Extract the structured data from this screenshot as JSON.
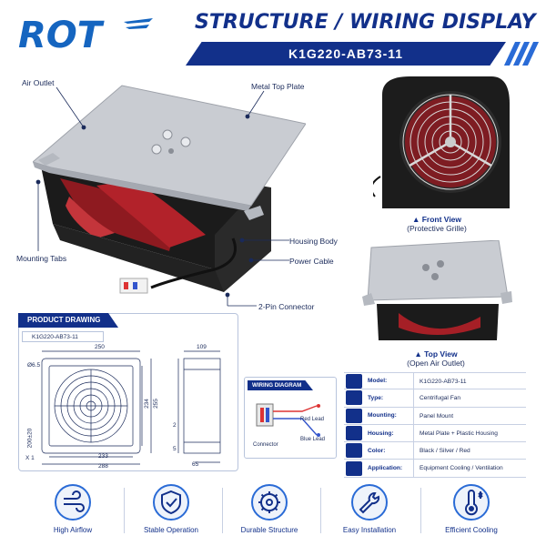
{
  "brand": {
    "logo_text": "ROT"
  },
  "header": {
    "title": "STRUCTURE / WIRING DISPLAY",
    "model": "K1G220-AB73-11"
  },
  "callouts": {
    "air_outlet": "Air Outlet",
    "metal_top_plate": "Metal Top Plate",
    "mounting_tabs": "Mounting Tabs",
    "housing_body": "Housing Body",
    "power_cable": "Power Cable",
    "pin_connector": "2-Pin Connector"
  },
  "views": {
    "front_title": "▲ Front View",
    "front_sub": "(Protective Grille)",
    "top_title": "▲ Top View",
    "top_sub": "(Open Air Outlet)"
  },
  "drawing": {
    "tab": "PRODUCT DRAWING",
    "model": "K1G220-AB73-11",
    "dims": {
      "d250": "250",
      "d109": "109",
      "d65dia": "Ø6.5",
      "d234": "234",
      "d255": "255",
      "d233": "233",
      "d288": "288",
      "d65": "65",
      "d200": "200±20",
      "d2": "2",
      "d5": "5",
      "x1": "X  1"
    }
  },
  "wiring": {
    "tab": "WIRING DIAGRAM",
    "red": "Red Lead",
    "blue": "Blue Lead",
    "connector": "Connector"
  },
  "specs": [
    {
      "key": "Model:",
      "value": "K1G220-AB73-11",
      "icon": "tag-icon"
    },
    {
      "key": "Type:",
      "value": "Centrifugal Fan",
      "icon": "fan-icon"
    },
    {
      "key": "Mounting:",
      "value": "Panel Mount",
      "icon": "mount-icon"
    },
    {
      "key": "Housing:",
      "value": "Metal Plate + Plastic Housing",
      "icon": "shield-icon"
    },
    {
      "key": "Color:",
      "value": "Black / Silver / Red",
      "icon": "palette-icon"
    },
    {
      "key": "Application:",
      "value": "Equipment Cooling / Ventilation",
      "icon": "thermometer-icon"
    }
  ],
  "features": [
    {
      "label": "High Airflow",
      "icon": "wind-icon"
    },
    {
      "label": "Stable Operation",
      "icon": "shield-check-icon"
    },
    {
      "label": "Durable Structure",
      "icon": "gear-icon"
    },
    {
      "label": "Easy Installation",
      "icon": "wrench-icon"
    },
    {
      "label": "Efficient Cooling",
      "icon": "thermometer-icon"
    }
  ],
  "colors": {
    "navy": "#12308a",
    "accent": "#2a6bd6",
    "fan_red": "#b2222a"
  }
}
